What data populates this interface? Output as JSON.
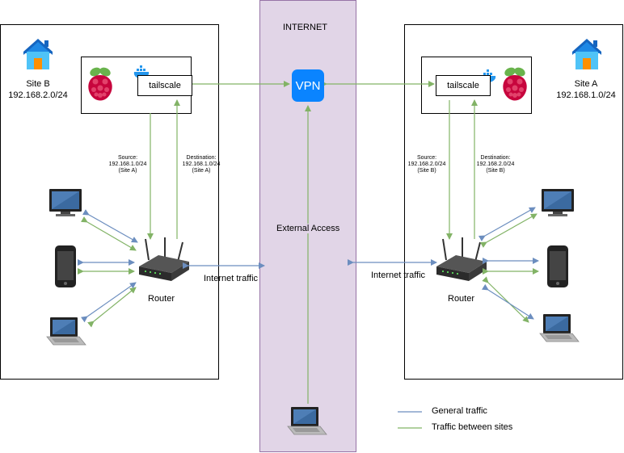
{
  "internet_label": "INTERNET",
  "vpn_label": "VPN",
  "external_access": "External Access",
  "site_b": {
    "name": "Site B",
    "subnet": "192.168.2.0/24",
    "tailscale": "tailscale",
    "source": [
      "Source:",
      "192.168.1.0/24",
      "(Site A)"
    ],
    "destination": [
      "Destination:",
      "192.168.1.0/24",
      "(Site A)"
    ],
    "router": "Router",
    "internet_traffic": "Internet traffic"
  },
  "site_a": {
    "name": "Site A",
    "subnet": "192.168.1.0/24",
    "tailscale": "tailscale",
    "source": [
      "Source:",
      "192.168.2.0/24",
      "(Site B)"
    ],
    "destination": [
      "Destination:",
      "192.168.2.0/24",
      "(Site B)"
    ],
    "router": "Router",
    "internet_traffic": "Internet traffic"
  },
  "legend": {
    "general": "General traffic",
    "between": "Traffic between sites"
  },
  "colors": {
    "general": "#6c8ebf",
    "between": "#82b366",
    "internet_bg": "#e1d5e7",
    "internet_border": "#9673a6",
    "vpn": "#0a84ff"
  }
}
